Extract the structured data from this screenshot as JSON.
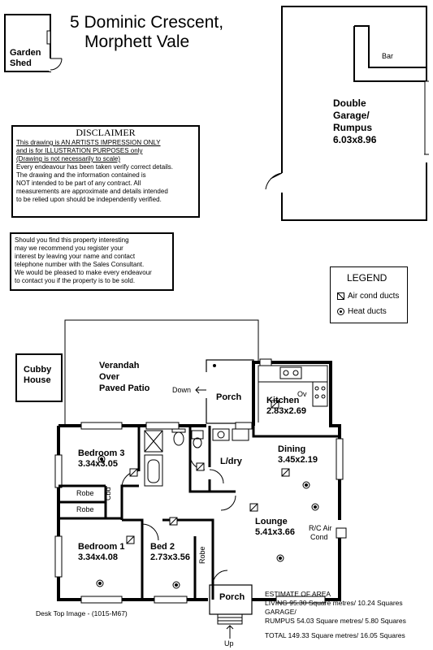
{
  "address": {
    "line1": "5 Dominic Crescent,",
    "line2": "Morphett Vale"
  },
  "disclaimer": {
    "heading": "DISCLAIMER",
    "underlined": [
      "This drawing is AN ARTISTS IMPRESSION ONLY",
      "and is for ILLUSTRATION PURPOSES only",
      "(Drawing is not necessarily to scale)"
    ],
    "body": [
      "Every endeavour has been taken verify correct details.",
      "The drawing and the information contained is",
      "NOT intended to be part of any contract.  All",
      "measurements are approximate and details intended",
      "to be relied upon should be independently verified."
    ]
  },
  "notice": {
    "lines": [
      "Should you find this property interesting",
      "may we recommend you register your",
      "interest by leaving your name and contact",
      "telephone number with the Sales Consultant.",
      "We would be pleased to make every endeavour",
      "to contact you if the property is to be sold."
    ]
  },
  "legend": {
    "title": "LEGEND",
    "air": "Air cond ducts",
    "heat": "Heat ducts"
  },
  "rooms": {
    "garden_shed": [
      "Garden",
      "Shed"
    ],
    "garage": [
      "Double",
      "Garage/",
      "Rumpus",
      "6.03x8.96"
    ],
    "bar": "Bar",
    "cubby": [
      "Cubby",
      "House"
    ],
    "verandah": [
      "Verandah",
      "Over",
      "Paved Patio"
    ],
    "down": "Down",
    "porch_top": "Porch",
    "kitchen": [
      "Kitchen",
      "2.83x2.69"
    ],
    "ov": "Ov",
    "dining": [
      "Dining",
      "3.45x2.19"
    ],
    "bedroom3": [
      "Bedroom 3",
      "3.34x3.05"
    ],
    "robe1": "Robe",
    "robe2": "Robe",
    "cbd": "Cbd",
    "ldry": "L/dry",
    "lounge": [
      "Lounge",
      "5.41x3.66"
    ],
    "rc": [
      "R/C Air",
      "Cond"
    ],
    "bedroom1": [
      "Bedroom 1",
      "3.34x4.08"
    ],
    "bed2": [
      "Bed 2",
      "2.73x3.56"
    ],
    "robe3": "Robe",
    "porch_bottom": "Porch",
    "up": "Up"
  },
  "estimate": {
    "title": "ESTIMATE OF AREA",
    "living": "LIVING 95.30 Square metres/  10.24 Squares",
    "garage1": "GARAGE/",
    "garage2": "RUMPUS   54.03 Square metres/  5.80 Squares",
    "total": "TOTAL  149.33 Square metres/  16.05 Squares"
  },
  "footer": "Desk Top Image - (1015-M67)"
}
